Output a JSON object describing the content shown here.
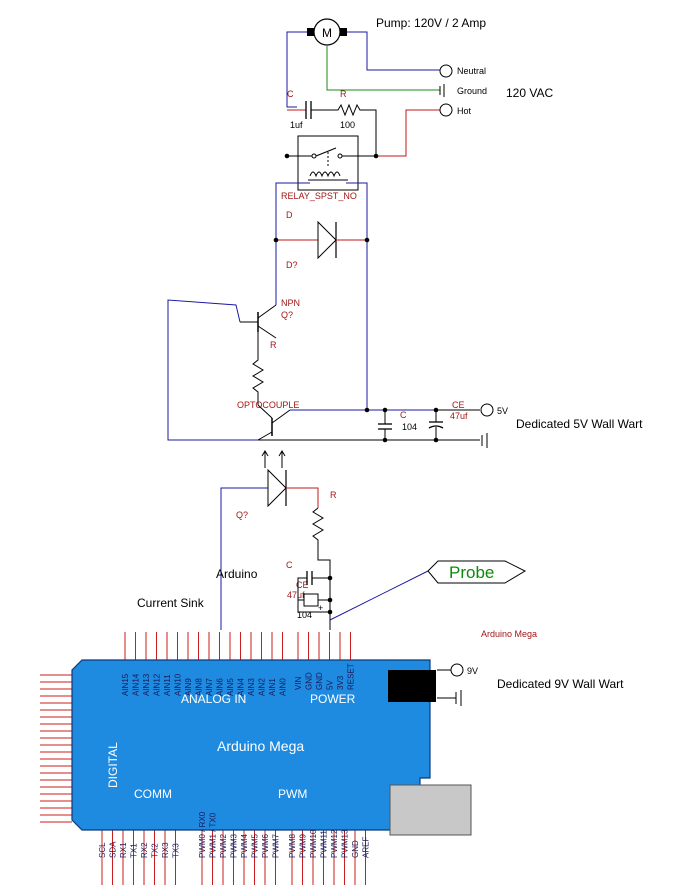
{
  "pump": {
    "label": "Pump: 120V / 2 Amp",
    "motor_symbol": "M"
  },
  "mains": {
    "neutral": "Neutral",
    "ground": "Ground",
    "hot": "Hot",
    "voltage": "120 VAC"
  },
  "snubber": {
    "cap_ref": "C",
    "cap_value": "1uf",
    "res_ref": "R",
    "res_value": "100"
  },
  "relay": {
    "label": "RELAY_SPST_NO"
  },
  "diode": {
    "ref": "D",
    "ref_alt": "D?"
  },
  "transistor": {
    "type": "NPN",
    "ref": "Q?"
  },
  "base_resistor": {
    "ref": "R"
  },
  "optocoupler": {
    "label": "OPTOCOUPLE",
    "ref": "Q?"
  },
  "supply5v": {
    "cap_ref": "C",
    "cap_value": "104",
    "ecap_ref": "CE",
    "ecap_value": "47uf",
    "voltage": "5V",
    "label": "Dedicated 5V Wall Wart"
  },
  "led_resistor": {
    "ref": "R"
  },
  "probe_circuit": {
    "cap_ref": "C",
    "ecap_ref": "CE",
    "ecap_value": "47uf",
    "cap_value": "104",
    "probe_label": "Probe"
  },
  "labels": {
    "arduino": "Arduino",
    "current_sink": "Current Sink",
    "arduino_mega_ref": "Arduino Mega"
  },
  "supply9v": {
    "voltage": "9V",
    "label": "Dedicated 9V Wall Wart"
  },
  "board": {
    "name": "Arduino Mega",
    "analog_in": "ANALOG IN",
    "power": "POWER",
    "digital": "DIGITAL",
    "comm": "COMM",
    "pwm": "PWM",
    "analog_pins": [
      "AIN15",
      "AIN14",
      "AIN13",
      "AIN12",
      "AIN11",
      "AIN10",
      "AIN9",
      "AIN8",
      "AIN7",
      "AIN6",
      "AIN5",
      "AIN4",
      "AIN3",
      "AIN2",
      "AIN1",
      "AIN0"
    ],
    "power_pins": [
      "VIN",
      "GND",
      "GND",
      "5V",
      "3V3",
      "RESET"
    ],
    "comm_pins": [
      "SCL",
      "SDA",
      "RX1",
      "TX1",
      "RX2",
      "TX2",
      "RX3",
      "TX3"
    ],
    "pwm_pins": [
      "PWM0 / RX0",
      "PWM1 / TX0",
      "PWM2",
      "PWM3",
      "PWM4",
      "PWM5",
      "PWM6",
      "PWM7"
    ],
    "pwm_pins2": [
      "PWM8",
      "PWM9",
      "PWM10",
      "PWM11",
      "PWM12",
      "PWM13",
      "GND",
      "AREF"
    ]
  },
  "colors": {
    "wire_blue": "#1a1aa0",
    "wire_red": "#c01818",
    "wire_green": "#1a8a1a",
    "board_blue": "#1e8ae0",
    "pin_red": "#c81e1e"
  }
}
